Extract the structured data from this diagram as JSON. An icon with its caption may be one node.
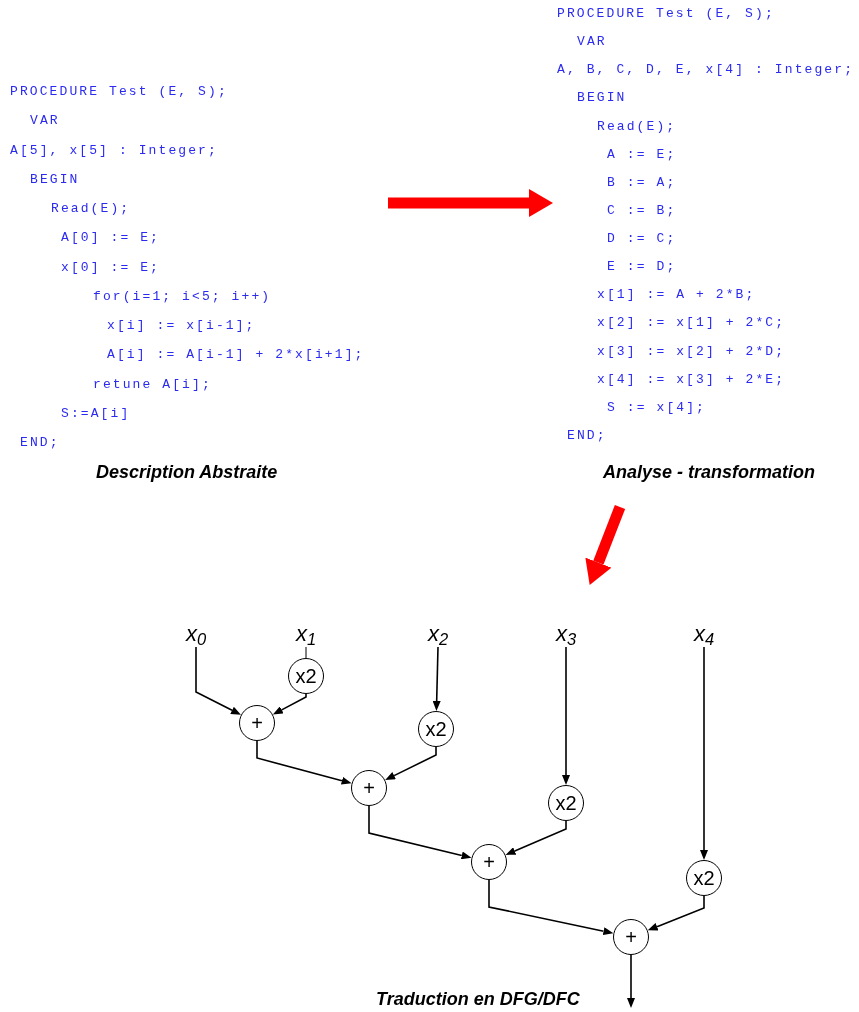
{
  "diagram": {
    "nodes": [
      {
        "text": [
          "PROCEDURE Test (E, S);",
          "VAR",
          "A[5], x[5] : Integer;",
          "BEGIN",
          "Read(E);",
          "A[0] := E;",
          "x[0] := E;",
          "for(i=1; i<5; i++)",
          "x[i] := x[i-1];",
          "A[i] := A[i-1] + 2*x[i+1];",
          "retune A[i];",
          "S:=A[i]",
          "END;"
        ]
      },
      {
        "text": [
          "PROCEDURE Test (E, S);",
          "VAR",
          "A, B, C, D, E, x[4] : Integer;",
          "BEGIN",
          "Read(E);",
          "A := E;",
          "B := A;",
          "C := B;",
          "D := C;",
          "E := D;",
          "x[1] := A + 2*B;",
          "x[2] := x[1] + 2*C;",
          "x[3] := x[2] + 2*D;",
          "x[4] := x[3] + 2*E;",
          "S := x[4];",
          "END;"
        ]
      },
      {
        "text": [
          "x$_{0}$"
        ]
      },
      {
        "text": [
          "x$_{1}$"
        ]
      },
      {
        "text": [
          "x$_{2}$"
        ]
      },
      {
        "text": [
          "x$_{3}$"
        ]
      },
      {
        "text": [
          "x$_{4}$"
        ]
      },
      {
        "text": [
          "x2"
        ]
      },
      {
        "text": [
          "+"
        ]
      },
      {
        "text": [
          "x2"
        ]
      },
      {
        "text": [
          "+"
        ]
      },
      {
        "text": [
          "x2"
        ]
      },
      {
        "text": [
          "+"
        ]
      },
      {
        "text": [
          "x2"
        ]
      },
      {
        "text": [
          "+"
        ]
      }
    ],
    "edges": [
      {
        "from": 0,
        "to": 1,
        "arrow": "to",
        "style": "thick",
        "color": "#ff0000"
      },
      {
        "from": 1,
        "to": 5,
        "arrow": "to",
        "style": "thick",
        "color": "#ff0000"
      },
      {
        "from": 2,
        "to": 8,
        "arrow": "to"
      },
      {
        "from": 3,
        "to": 7,
        "arrow": "none"
      },
      {
        "from": 7,
        "to": 8,
        "arrow": "to"
      },
      {
        "from": 8,
        "to": 10,
        "arrow": "to"
      },
      {
        "from": 4,
        "to": 9,
        "arrow": "to"
      },
      {
        "from": 9,
        "to": 10,
        "arrow": "to"
      },
      {
        "from": 10,
        "to": 12,
        "arrow": "to"
      },
      {
        "from": 5,
        "to": 11,
        "arrow": "to"
      },
      {
        "from": 11,
        "to": 12,
        "arrow": "to"
      },
      {
        "from": 12,
        "to": 14,
        "arrow": "to"
      },
      {
        "from": 6,
        "to": 13,
        "arrow": "to"
      },
      {
        "from": 13,
        "to": 14,
        "arrow": "to"
      },
      {
        "from": 14,
        "to": null,
        "arrow": "to"
      }
    ],
    "labels": [
      "Description Abstraite",
      "Analyse - transformation",
      "Traduction en DFG/DFC"
    ]
  }
}
